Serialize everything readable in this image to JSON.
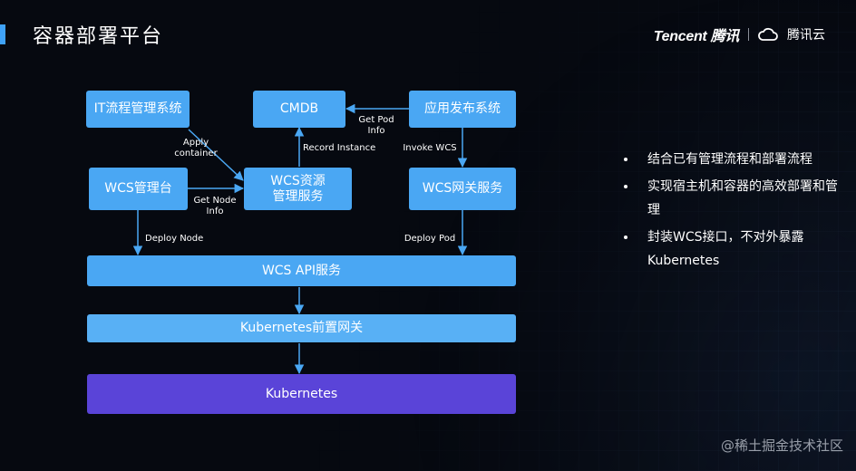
{
  "slide": {
    "title": "容器部署平台"
  },
  "brand": {
    "logo": "Tencent 腾讯",
    "cloud": "腾讯云"
  },
  "diagram": {
    "boxes": {
      "it": "IT流程管理系统",
      "cmdb": "CMDB",
      "release": "应用发布系统",
      "wcs_console": "WCS管理台",
      "wcs_resource": "WCS资源\n管理服务",
      "wcs_gateway": "WCS网关服务",
      "wcs_api": "WCS API服务",
      "k8s_gateway": "Kubernetes前置网关",
      "kubernetes": "Kubernetes"
    },
    "labels": {
      "apply": "Apply\ncontainer",
      "get_pod": "Get Pod\nInfo",
      "record": "Record Instance",
      "invoke": "Invoke WCS",
      "get_node": "Get Node\nInfo",
      "deploy_node": "Deploy Node",
      "deploy_pod": "Deploy Pod"
    }
  },
  "bullets": [
    "结合已有管理流程和部署流程",
    "实现宿主机和容器的高效部署和管理",
    "封装WCS接口，不对外暴露Kubernetes"
  ],
  "watermark": "@稀土掘金技术社区",
  "colors": {
    "box": "#4aa7f3",
    "kubernetes": "#5a44d8",
    "accent": "#3fa2f7",
    "background": "#060910"
  }
}
